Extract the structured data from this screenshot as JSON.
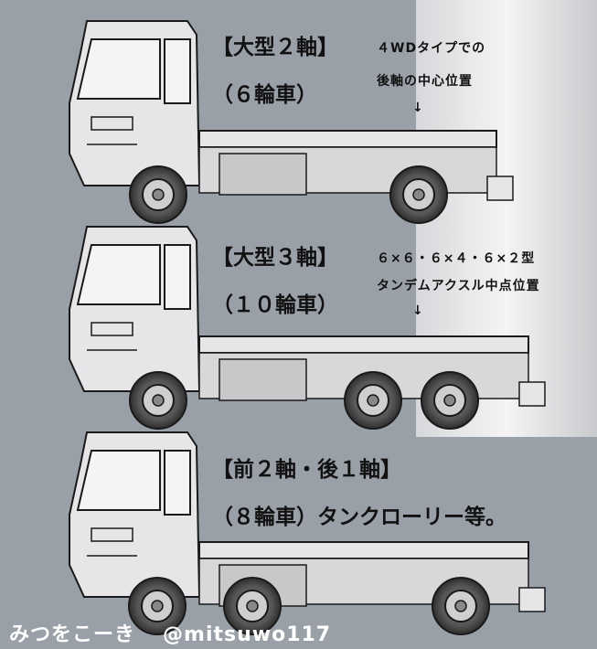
{
  "trucks": [
    {
      "title": "【大型２軸】",
      "subtitle": "（６輪車）",
      "note_line1": "４WDタイプでの",
      "note_line2": "後軸の中心位置",
      "arrow": "↓"
    },
    {
      "title": "【大型３軸】",
      "subtitle": "（１０輪車）",
      "note_line1": "６×６・６×４・６×２型",
      "note_line2": "タンデムアクスル中点位置",
      "arrow": "↓"
    },
    {
      "title": "【前２軸・後１軸】",
      "subtitle": "（８輪車）タンクローリー等。"
    }
  ],
  "credit": {
    "name": "みつをこーき",
    "handle": "@mitsuwo117"
  },
  "colors": {
    "background": "#9aa0a8",
    "panel": "#e6e6e8",
    "line": "#1a1a1a",
    "tire": "#4a4a4a"
  }
}
